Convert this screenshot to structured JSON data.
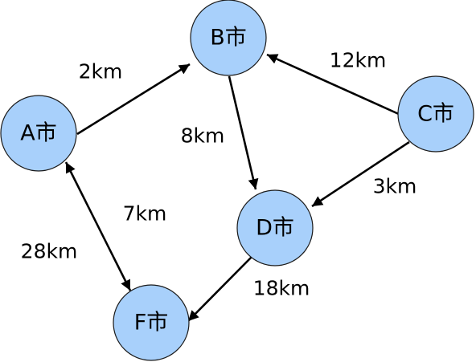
{
  "colors": {
    "node_fill": "#a8d0fb",
    "node_stroke": "#1a1a1a",
    "edge": "#000000",
    "background": "#ffffff"
  },
  "nodes": {
    "A": {
      "label": "A市"
    },
    "B": {
      "label": "B市"
    },
    "C": {
      "label": "C市"
    },
    "D": {
      "label": "D市"
    },
    "F": {
      "label": "F市"
    }
  },
  "edges": [
    {
      "id": "a-b",
      "from": "A",
      "to": "B",
      "direction": "forward"
    },
    {
      "id": "c-b",
      "from": "C",
      "to": "B",
      "direction": "forward"
    },
    {
      "id": "b-d",
      "from": "B",
      "to": "D",
      "direction": "forward"
    },
    {
      "id": "c-d",
      "from": "C",
      "to": "D",
      "direction": "forward"
    },
    {
      "id": "a-f",
      "from": "A",
      "to": "F",
      "direction": "both"
    },
    {
      "id": "d-f",
      "from": "D",
      "to": "F",
      "direction": "forward"
    }
  ],
  "distance_labels": [
    "2km",
    "12km",
    "8km",
    "3km",
    "7km",
    "28km",
    "18km"
  ]
}
